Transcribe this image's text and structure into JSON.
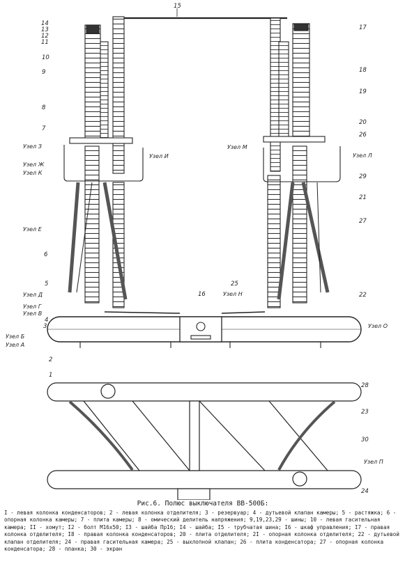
{
  "drawing": {
    "numbers": {
      "n1": "1",
      "n2": "2",
      "n3": "3",
      "n4": "4",
      "n5": "5",
      "n6": "6",
      "n7": "7",
      "n8": "8",
      "n9": "9",
      "n10": "10",
      "n11": "11",
      "n12": "12",
      "n13": "13",
      "n14": "14",
      "n15": "15",
      "n16": "16",
      "n17": "17",
      "n18": "18",
      "n19": "19",
      "n20": "20",
      "n21": "21",
      "n22": "22",
      "n23": "23",
      "n24": "24",
      "n25": "25",
      "n26": "26",
      "n27": "27",
      "n28": "28",
      "n29": "29",
      "n30": "30"
    },
    "nodes": {
      "z": "Узел З",
      "i": "Узел И",
      "zh": "Узел Ж",
      "k": "Узел К",
      "m": "Узел М",
      "l": "Узел Л",
      "e": "Узел Е",
      "d": "Узел Д",
      "g": "Узел Г",
      "v": "Узел В",
      "n": "Узел Н",
      "o": "Узел О",
      "b": "Узел Б",
      "a": "Узел А",
      "p": "Узел П"
    }
  },
  "caption": {
    "title": "Рис.6. Полюс выключателя ВВ-500Б:",
    "text": "I - левая колонка конденсаторов; 2 - левая колонка отделителя; 3 - резервуар; 4 - дутьевой клапан камеры; 5 - растяжка; 6 - опорная колонка камеры; 7 - плита камеры; 8 - омический делитель напряжения; 9,19,23,29 - шины; 10 - левая гасительная камера; II - хомут; I2 - болт М16х50; I3 - шайба Пр16; I4 - шайба; I5 - трубчатая шина; I6 - шкаф управления; I7 - правая колонка отделителя; I8 - правая колонка конденсаторов; 20 - плита отделителя; 2I - опорная колонка отделителя; 22 - дутьевой клапан отделителя; 24 - правая гасительная камера; 25 - выхлопной клапан; 26 - плита конденсатора; 27 - опорная колонка конденсатора; 28 - планка; 30 - экран"
  }
}
